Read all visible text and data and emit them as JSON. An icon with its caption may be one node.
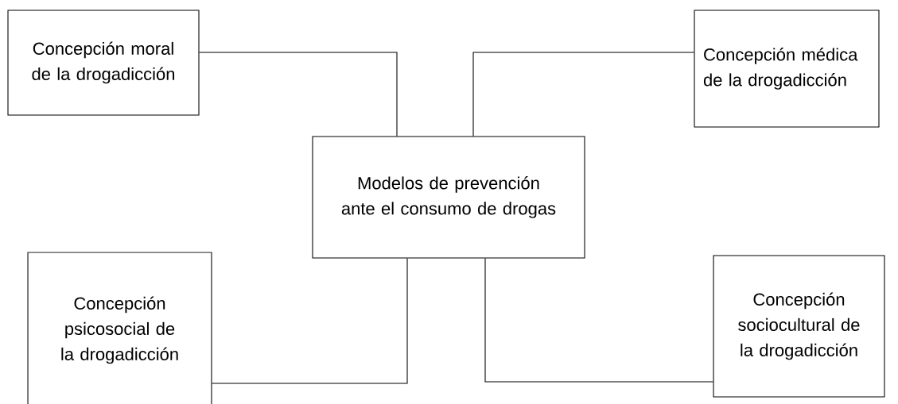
{
  "diagram": {
    "nodes": [
      {
        "text": [
          "Concepción moral de la drogadicción"
        ]
      },
      {
        "text": [
          "Concepción médica de la drogadicción"
        ]
      },
      {
        "text": [
          "Modelos de prevención ante el consumo de drogas"
        ]
      },
      {
        "text": [
          "Concepción psicosocial de la drogadicción"
        ]
      },
      {
        "text": [
          "Concepción sociocultural de la drogadicción"
        ]
      }
    ],
    "edges": [
      {
        "from": 0,
        "to": 2,
        "arrow": "none"
      },
      {
        "from": 1,
        "to": 2,
        "arrow": "none"
      },
      {
        "from": 3,
        "to": 2,
        "arrow": "none"
      },
      {
        "from": 4,
        "to": 2,
        "arrow": "none"
      }
    ]
  }
}
